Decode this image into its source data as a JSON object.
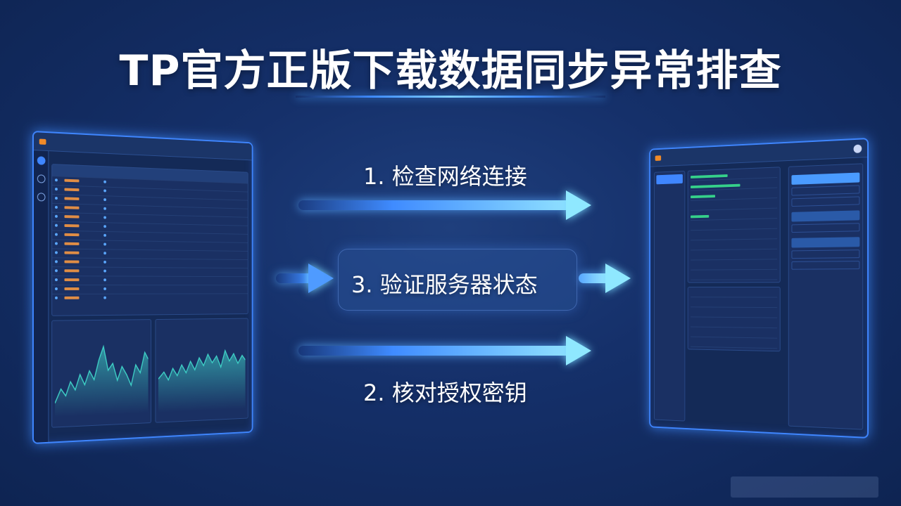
{
  "title": "TP官方正版下载数据同步异常排查",
  "steps": {
    "step1": "1. 检查网络连接",
    "step2": "2. 核对授权密钥",
    "step3": "3. 验证服务器状态"
  },
  "colors": {
    "accent": "#3f86ff",
    "arrow_glow": "#8fe0ff",
    "background": "#15306a",
    "chart_line": "#3fd3c8"
  }
}
